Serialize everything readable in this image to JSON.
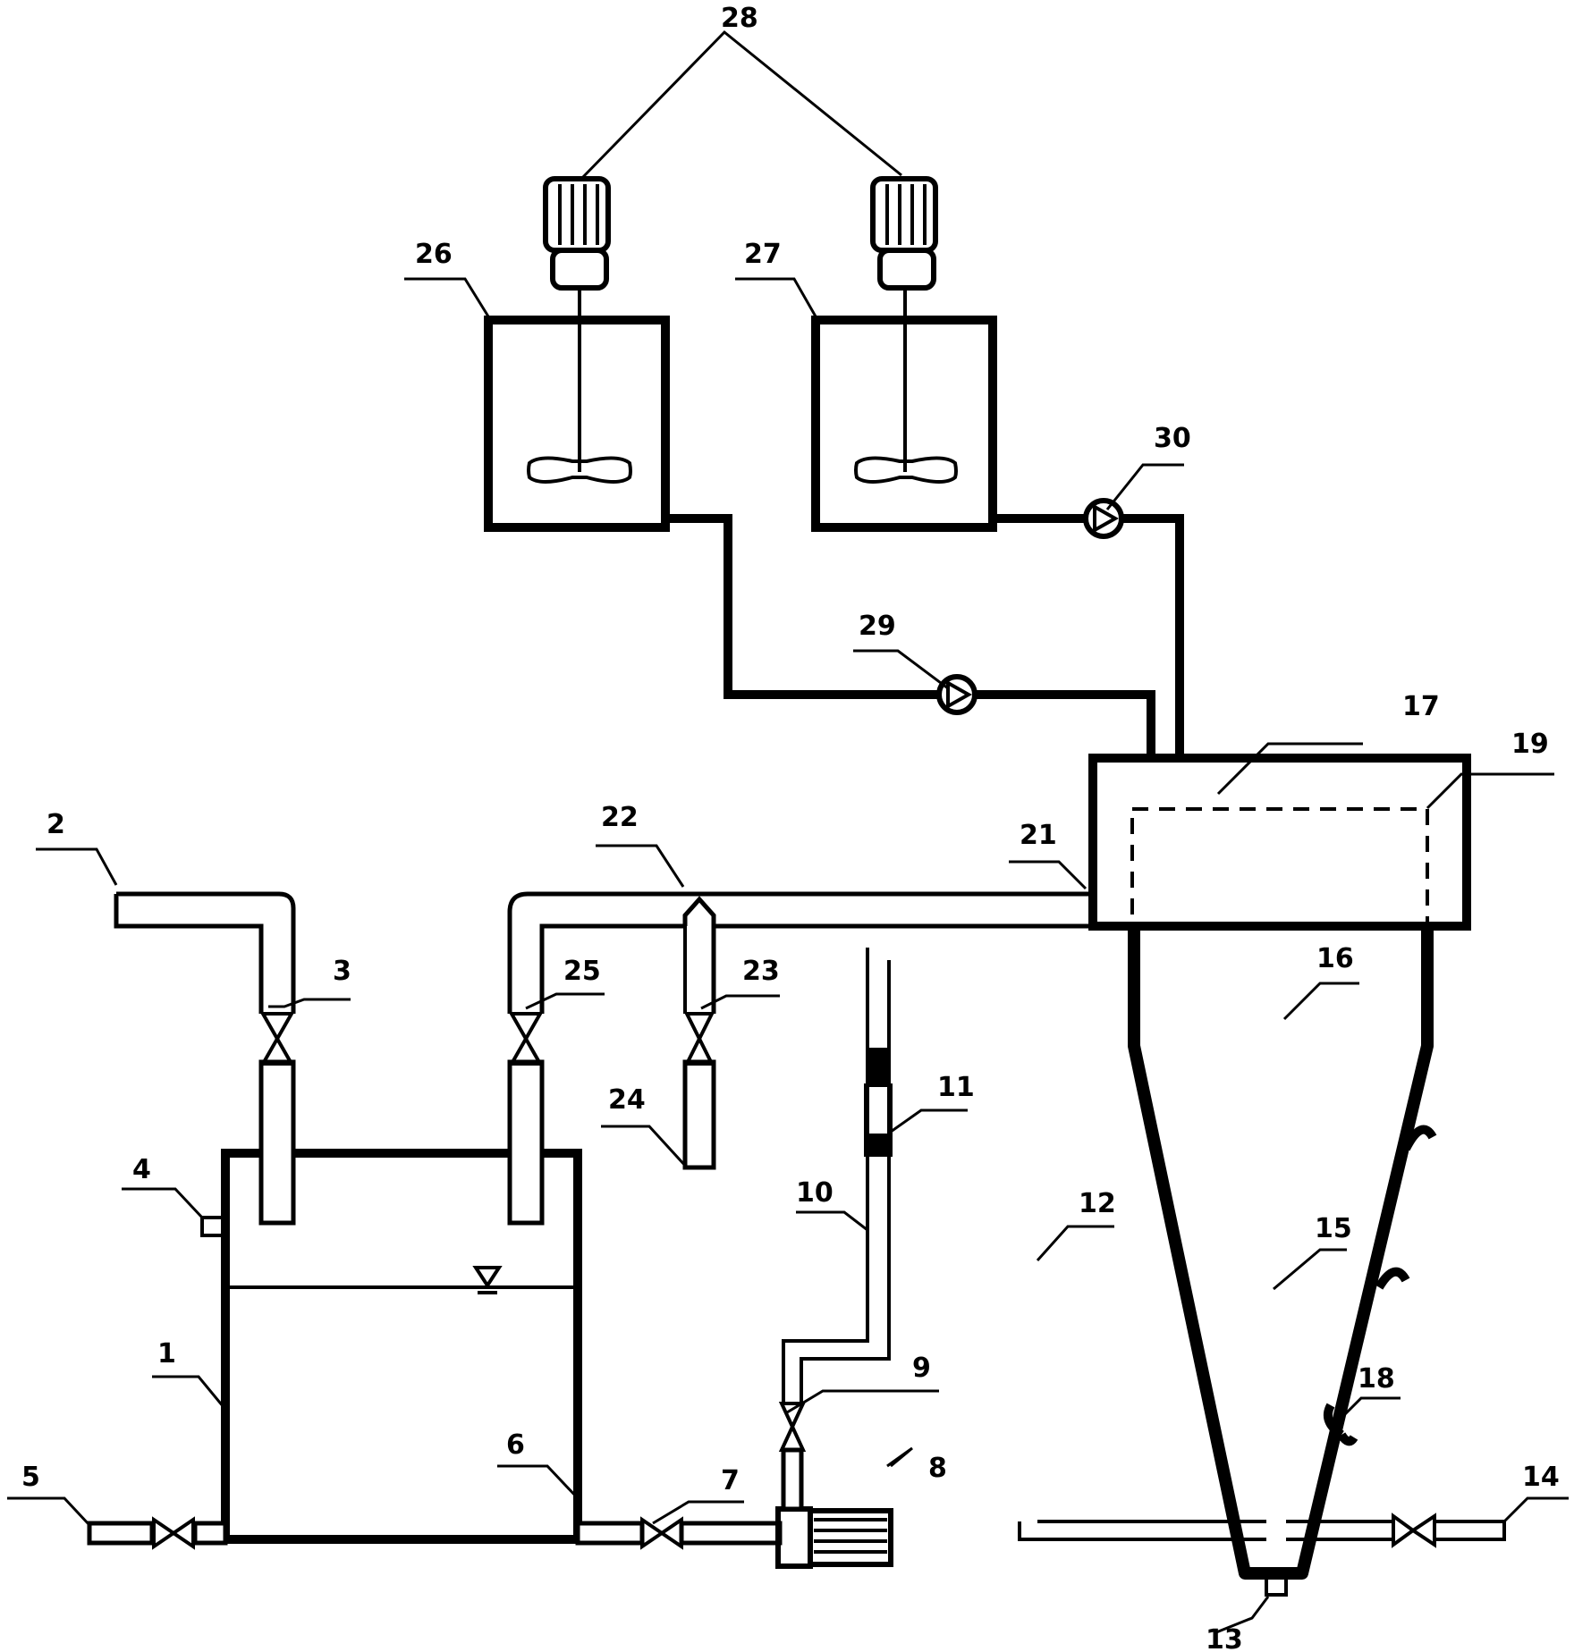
{
  "labels": {
    "l1": "1",
    "l2": "2",
    "l3": "3",
    "l4": "4",
    "l5": "5",
    "l6": "6",
    "l7": "7",
    "l8": "8",
    "l9": "9",
    "l10": "10",
    "l11": "11",
    "l12": "12",
    "l13": "13",
    "l14": "14",
    "l15": "15",
    "l16": "16",
    "l17": "17",
    "l18": "18",
    "l19": "19",
    "l21": "21",
    "l22": "22",
    "l23": "23",
    "l24": "24",
    "l25": "25",
    "l26": "26",
    "l27": "27",
    "l28": "28",
    "l29": "29",
    "l30": "30"
  },
  "colors": {
    "line": "#000000",
    "background": "#ffffff"
  }
}
